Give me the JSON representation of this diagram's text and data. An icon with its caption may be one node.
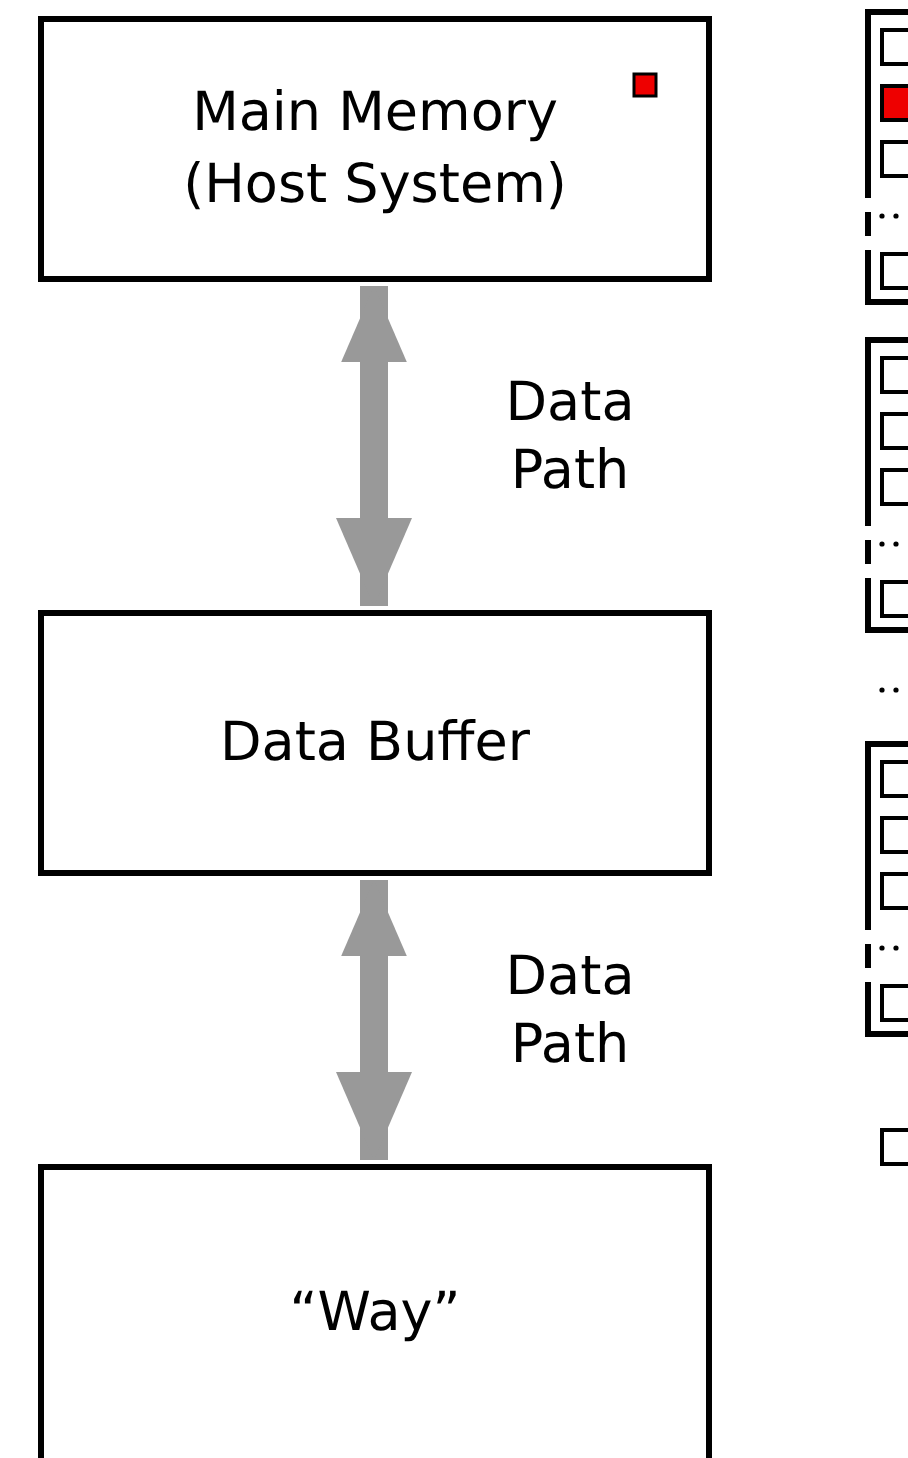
{
  "diagram": {
    "nodes": [
      {
        "text": [
          "Main Memory (Host System)"
        ]
      },
      {
        "text": [
          "Data Buffer"
        ]
      },
      {
        "text": [
          "“Way”"
        ]
      }
    ],
    "edges": [
      {
        "from": 0,
        "to": 1,
        "arrow": "both",
        "label": "Data Path"
      },
      {
        "from": 1,
        "to": 2,
        "arrow": "both",
        "label": "Data Path"
      }
    ]
  }
}
